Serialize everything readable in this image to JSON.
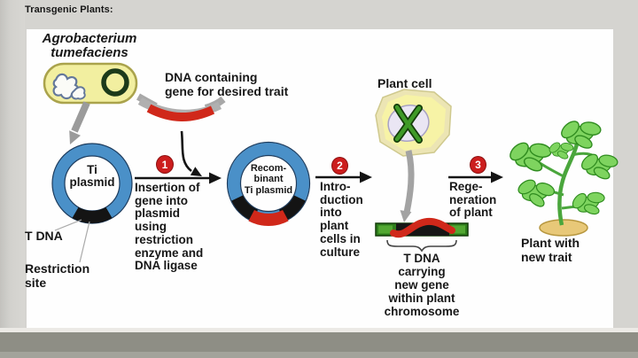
{
  "title": "Transgenic Plants:",
  "colors": {
    "background": "#d5d4d0",
    "panel": "#fefefe",
    "plasmid_blue": "#4a90c8",
    "dna_red": "#d0281a",
    "step_red": "#cc1e1e",
    "bacterium_yellow": "#f2efa0",
    "cell_yellow": "#f7f3a6",
    "chromosome_green": "#2e7e1c",
    "plant_green": "#7ed45f",
    "soil_tan": "#e8c878",
    "arrow_gray": "#9b9b9b",
    "text_dark": "#171717"
  },
  "diagram": {
    "agrobacterium_label": "Agrobacterium\ntumefaciens",
    "dna_label": "DNA containing\ngene for desired trait",
    "plant_cell_label": "Plant cell",
    "ti_plasmid_label": "Ti\nplasmid",
    "recombinant_label": "Recom-\nbinant\nTi plasmid",
    "t_dna_label": "T DNA",
    "restriction_site_label": "Restriction\nsite",
    "t_dna_carrying_label": "T DNA\ncarrying\nnew gene\nwithin plant\nchromosome",
    "plant_with_label": "Plant with\nnew trait",
    "steps": [
      {
        "num": "1",
        "text": "Insertion of\ngene into\nplasmid\nusing\nrestriction\nenzyme and\nDNA ligase"
      },
      {
        "num": "2",
        "text": "Intro-\nduction\ninto\nplant\ncells in\nculture"
      },
      {
        "num": "3",
        "text": "Rege-\nneration\nof plant"
      }
    ]
  }
}
